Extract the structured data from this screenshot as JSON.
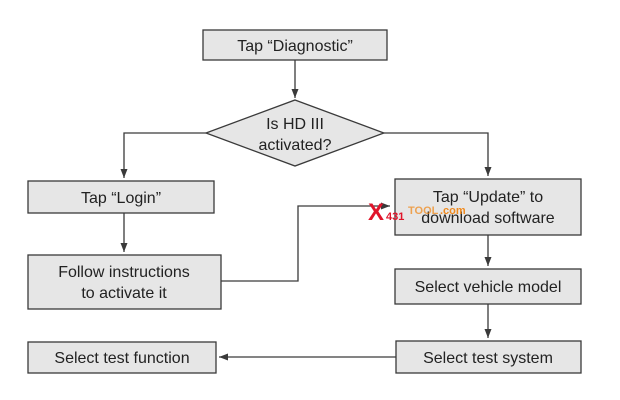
{
  "colors": {
    "box_fill": "#e6e6e6",
    "box_stroke": "#3a3a3a",
    "text": "#222222",
    "arrow": "#3a3a3a",
    "watermark_red": "#e0142a",
    "watermark_orange": "#f08a1e"
  },
  "nodes": {
    "tap_diagnostic": "Tap “Diagnostic”",
    "decision": {
      "line1": "Is HD III",
      "line2": "activated?"
    },
    "tap_login": "Tap “Login”",
    "tap_update": {
      "line1": "Tap “Update” to",
      "line2": "download software"
    },
    "follow_instructions": {
      "line1": "Follow instructions",
      "line2": "to activate it"
    },
    "select_vehicle_model": "Select vehicle model",
    "select_test_function": "Select test function",
    "select_test_system": "Select test system"
  },
  "watermark": {
    "mark": "X",
    "digits": "431",
    "word": "TOOL",
    "suffix": ".com"
  }
}
